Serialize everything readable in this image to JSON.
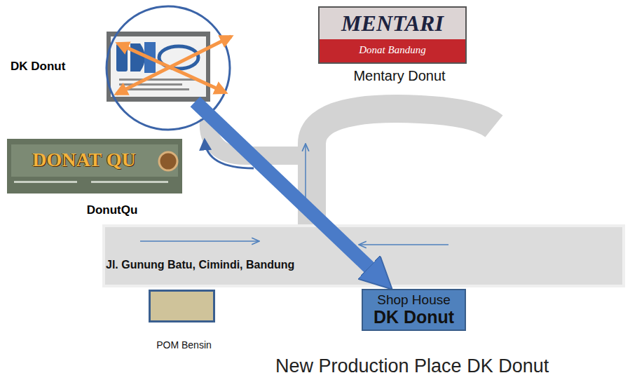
{
  "diagram": {
    "caption": "New Production Place DK Donut",
    "nodes": [
      {
        "text": [
          "DK Donut"
        ]
      },
      {
        "text": [
          "Mentary Donut"
        ]
      },
      {
        "text": [
          "DonutQu"
        ]
      },
      {
        "text": [
          "Jl. Gunung Batu, Cimindi, Bandung"
        ]
      },
      {
        "text": [
          "POM Bensin"
        ]
      },
      {
        "text": [
          "Shop House",
          "DK Donut"
        ]
      }
    ],
    "edges": [
      {
        "from": 0,
        "to": 5,
        "arrow": "to"
      }
    ],
    "labels": [
      "MENTARI",
      "Donat Bandung",
      "DONAT QU"
    ]
  }
}
